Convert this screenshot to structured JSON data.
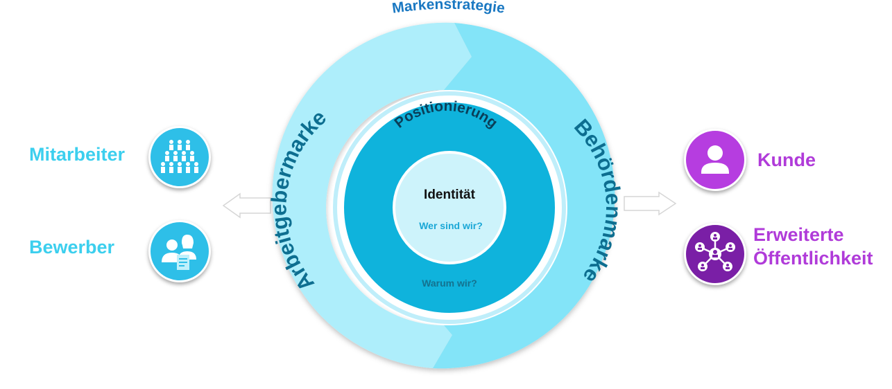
{
  "center": {
    "title": "Markenstrategie",
    "left_ring": "Arbeitgebermarke",
    "right_ring": "Behördenmarke",
    "middle_ring": "Positionierung",
    "middle_sub": "Warum wir?",
    "core_title": "Identität",
    "core_sub": "Wer sind wir?"
  },
  "left_audiences": [
    {
      "label": "Mitarbeiter",
      "icon": "people-group-icon"
    },
    {
      "label": "Bewerber",
      "icon": "applicants-icon"
    }
  ],
  "right_audiences": [
    {
      "label": "Kunde",
      "icon": "person-icon"
    },
    {
      "label_line1": "Erweiterte",
      "label_line2": "Öffentlichkeit",
      "icon": "network-icon"
    }
  ],
  "colors": {
    "outer_left": "#aeeefb",
    "outer_right": "#83e4f8",
    "middle_ring": "#0fb3dc",
    "core": "#cdf3fb",
    "title": "#1a78c2",
    "ring_text": "#0d6e90",
    "left_labels": "#3ccfee",
    "right_labels": "#b03bd9"
  }
}
